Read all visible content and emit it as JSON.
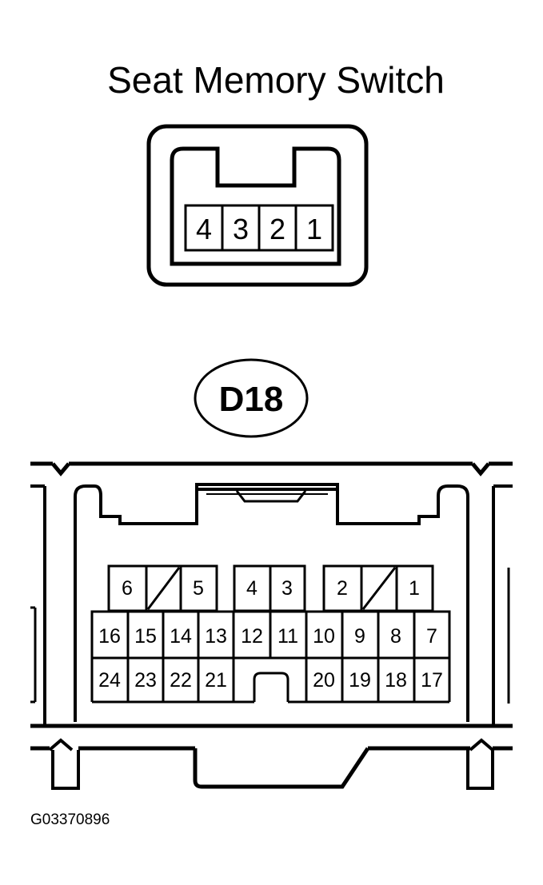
{
  "title": "Seat Memory Switch",
  "memory_switch_pins": [
    "4",
    "3",
    "2",
    "1"
  ],
  "connector_tag": "D18",
  "d18_top_pins": [
    "6",
    "5",
    "4",
    "3",
    "2",
    "1"
  ],
  "d18_middle_pins": [
    "16",
    "15",
    "14",
    "13",
    "12",
    "11",
    "10",
    "9",
    "8",
    "7"
  ],
  "d18_bottom_pins": [
    "24",
    "23",
    "22",
    "21",
    "20",
    "19",
    "18",
    "17"
  ],
  "figure_code": "G03370896"
}
